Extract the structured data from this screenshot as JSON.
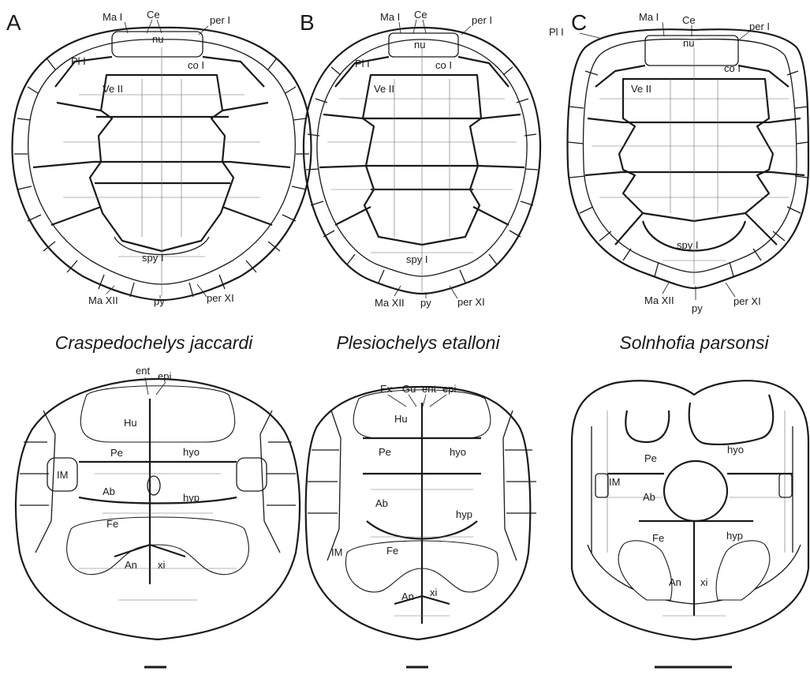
{
  "panels": [
    {
      "letter": "A",
      "species": "Craspedochelys jaccardi",
      "carapace_labels": {
        "ma1": "Ma I",
        "ce": "Ce",
        "nu": "nu",
        "per1": "per I",
        "pl1": "Pl I",
        "co1": "co I",
        "ve2": "Ve II",
        "spy1": "spy I",
        "ma12": "Ma XII",
        "py": "py",
        "per11": "per XI"
      },
      "plastron_labels": {
        "ent": "ent",
        "epi": "epi",
        "hu": "Hu",
        "pe": "Pe",
        "hyo": "hyo",
        "im": "IM",
        "ab": "Ab",
        "hyp": "hyp",
        "fe": "Fe",
        "an": "An",
        "xi": "xi"
      }
    },
    {
      "letter": "B",
      "species": "Plesiochelys etalloni",
      "carapace_labels": {
        "ma1": "Ma I",
        "ce": "Ce",
        "nu": "nu",
        "per1": "per I",
        "pl1": "Pl I",
        "co1": "co I",
        "ve2": "Ve II",
        "spy1": "spy I",
        "ma12": "Ma XII",
        "py": "py",
        "per11": "per XI"
      },
      "plastron_labels": {
        "ex": "Ex",
        "gu": "Gu",
        "ent": "ent",
        "epi": "epi",
        "hu": "Hu",
        "pe": "Pe",
        "hyo": "hyo",
        "ab": "Ab",
        "hyp": "hyp",
        "im": "IM",
        "fe": "Fe",
        "an": "An",
        "xi": "xi"
      }
    },
    {
      "letter": "C",
      "species": "Solnhofia parsonsi",
      "carapace_labels": {
        "ma1": "Ma I",
        "ce": "Ce",
        "nu": "nu",
        "per1": "per I",
        "pl1": "Pl I",
        "co1": "co I",
        "ve2": "Ve II",
        "spy1": "spy I",
        "ma12": "Ma XII",
        "py": "py",
        "per11": "per XI"
      },
      "plastron_labels": {
        "pe": "Pe",
        "hyo": "hyo",
        "im": "IM",
        "ab": "Ab",
        "fe": "Fe",
        "hyp": "hyp",
        "an": "An",
        "xi": "xi"
      }
    }
  ]
}
